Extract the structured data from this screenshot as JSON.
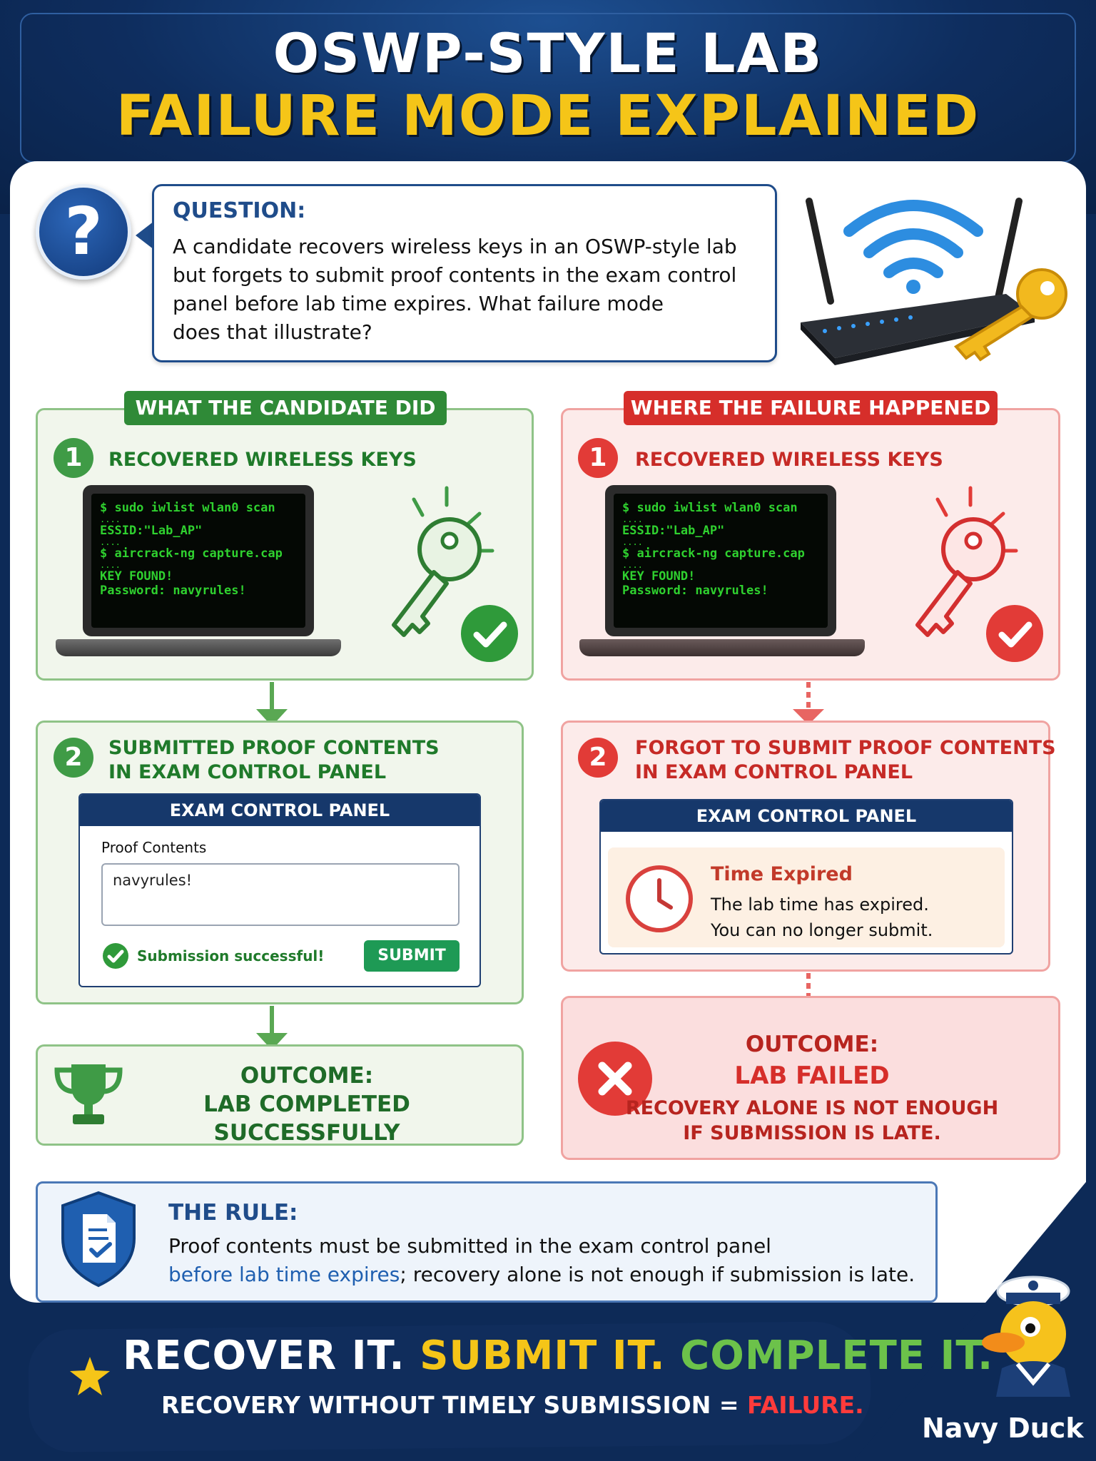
{
  "header": {
    "title_line1": "OSWP-STYLE LAB",
    "title_line2": "FAILURE MODE EXPLAINED"
  },
  "question": {
    "icon": "question-mark-icon",
    "label": "QUESTION:",
    "line1": "A candidate recovers wireless keys in an OSWP-style lab",
    "line2": "but forgets to submit proof contents in the exam control",
    "line3": "panel before lab time expires. What failure mode",
    "line4": "does that illustrate?"
  },
  "left": {
    "heading": "WHAT THE CANDIDATE DID",
    "step1": {
      "number": "1",
      "title": "RECOVERED WIRELESS KEYS",
      "terminal": [
        "$ sudo iwlist wlan0 scan",
        "....",
        "ESSID:\"Lab_AP\"",
        "....",
        "$ aircrack-ng capture.cap",
        "....",
        "KEY FOUND!",
        "Password: navyrules!"
      ]
    },
    "step2": {
      "number": "2",
      "title_line1": "SUBMITTED PROOF CONTENTS",
      "title_line2": "IN EXAM CONTROL PANEL",
      "panel_title": "EXAM CONTROL PANEL",
      "field_label": "Proof Contents",
      "field_value": "navyrules!",
      "status": "Submission successful!",
      "button": "SUBMIT"
    },
    "outcome": {
      "line1": "OUTCOME:",
      "line2": "LAB COMPLETED SUCCESSFULLY"
    }
  },
  "right": {
    "heading": "WHERE THE FAILURE HAPPENED",
    "step1": {
      "number": "1",
      "title": "RECOVERED WIRELESS KEYS",
      "terminal": [
        "$ sudo iwlist wlan0 scan",
        "....",
        "ESSID:\"Lab_AP\"",
        "....",
        "$ aircrack-ng capture.cap",
        "....",
        "KEY FOUND!",
        "Password: navyrules!"
      ]
    },
    "step2": {
      "number": "2",
      "title_line1": "FORGOT TO SUBMIT PROOF CONTENTS",
      "title_line2": "IN EXAM CONTROL PANEL",
      "panel_title": "EXAM CONTROL PANEL",
      "alert_title": "Time Expired",
      "alert_line1": "The lab time has expired.",
      "alert_line2": "You can no longer submit."
    },
    "outcome": {
      "line1": "OUTCOME:",
      "line2": "LAB FAILED",
      "line3": "RECOVERY ALONE IS NOT ENOUGH",
      "line4": "IF SUBMISSION IS LATE."
    }
  },
  "rule": {
    "label": "THE RULE:",
    "line1": "Proof contents must be submitted in the exam control panel",
    "line2_highlight": "before lab time expires",
    "line2_rest": "; recovery alone is not enough if submission is late."
  },
  "banner": {
    "part1": "RECOVER IT.",
    "part2": "SUBMIT IT.",
    "part3": "COMPLETE IT.",
    "sub_part1": "RECOVERY WITHOUT TIMELY SUBMISSION = ",
    "sub_part2": "FAILURE."
  },
  "brand": "Navy Duck",
  "colors": {
    "navy": "#0d2a57",
    "gold": "#f5c518",
    "success_green": "#3f9b46",
    "failure_red": "#e23b37",
    "link_blue": "#1f5fb0"
  }
}
